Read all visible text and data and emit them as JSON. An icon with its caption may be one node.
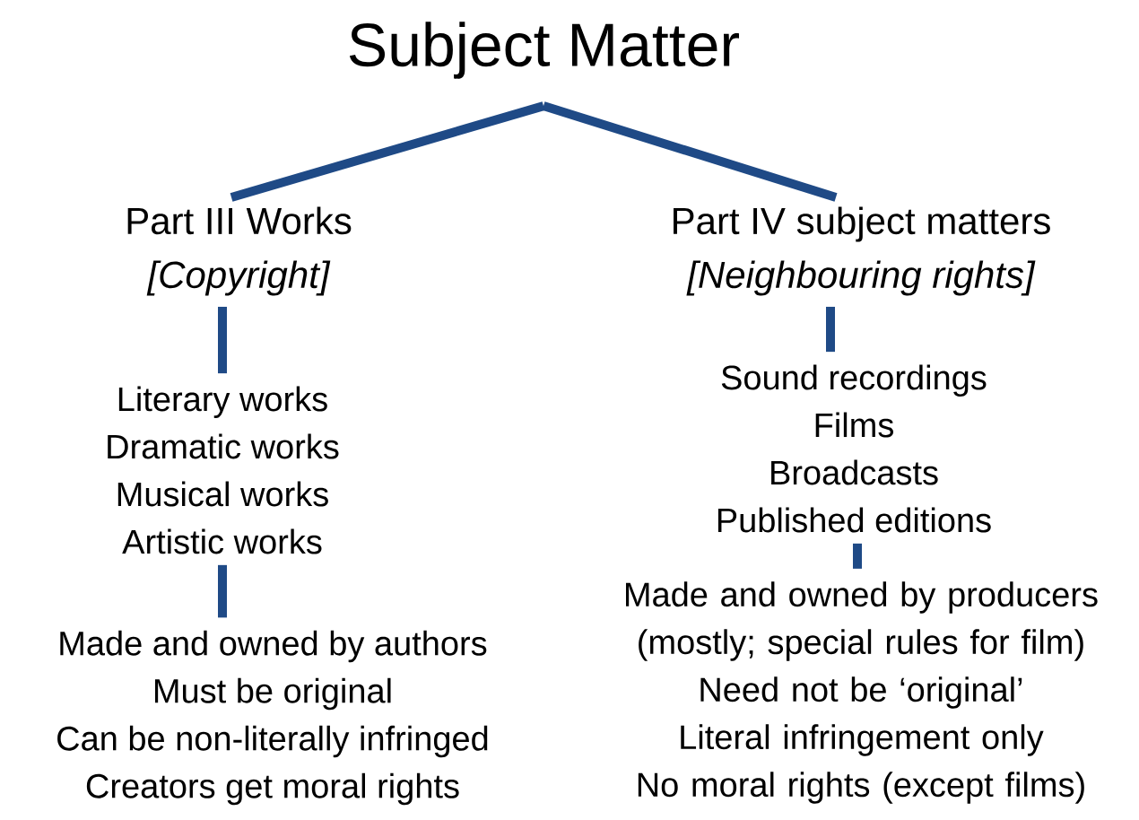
{
  "diagram": {
    "nodes": [
      {
        "text": [
          "Subject Matter"
        ]
      },
      {
        "text": [
          "Part III Works",
          "[Copyright]"
        ]
      },
      {
        "text": [
          "Part IV subject matters",
          "[Neighbouring rights]"
        ]
      },
      {
        "text": [
          "Literary works",
          "Dramatic works",
          "Musical works",
          "Artistic works"
        ]
      },
      {
        "text": [
          "Made and owned by authors",
          "Must be original",
          "Can be non-literally infringed",
          "Creators get moral rights"
        ]
      },
      {
        "text": [
          "Sound recordings",
          "Films",
          "Broadcasts",
          "Published editions"
        ]
      },
      {
        "text": [
          "Made and owned by producers (mostly; special rules for film)",
          "Need not be ‘original’",
          "Literal infringement only",
          "No moral rights (except films)"
        ]
      }
    ],
    "edges": [
      {
        "from": 0,
        "to": 1,
        "arrow": "none"
      },
      {
        "from": 0,
        "to": 2,
        "arrow": "none"
      },
      {
        "from": 1,
        "to": 3,
        "arrow": "none"
      },
      {
        "from": 3,
        "to": 4,
        "arrow": "none"
      },
      {
        "from": 2,
        "to": 5,
        "arrow": "none"
      },
      {
        "from": 5,
        "to": 6,
        "arrow": "none"
      }
    ]
  }
}
